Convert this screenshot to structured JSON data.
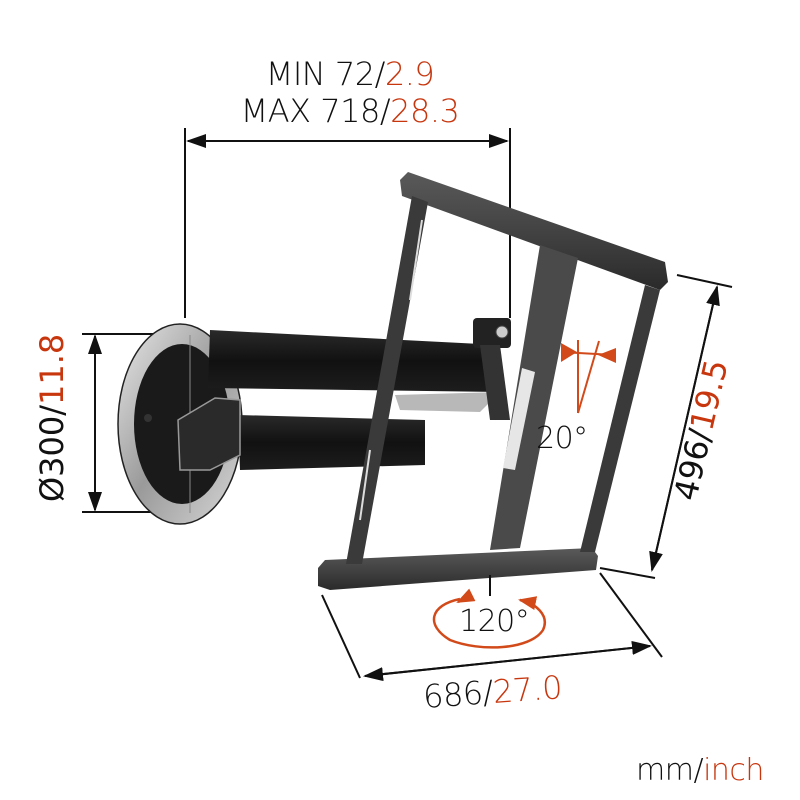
{
  "diagram": {
    "subject": "full-motion TV wall mount",
    "accent_color": "#c8360e",
    "text_color": "#111111",
    "dimensions": {
      "depth": {
        "min_label": "MIN 72/",
        "min_mm": "72",
        "min_inch": "2.9",
        "max_label": "MAX 718/",
        "max_mm": "718",
        "max_inch": "28.3"
      },
      "wall_plate_diameter": {
        "mm_label": "Ø300/",
        "inch": "11.8"
      },
      "height": {
        "mm_label": "496/",
        "inch": "19.5"
      },
      "width": {
        "mm_label": "686/",
        "inch": "27.0"
      }
    },
    "angles": {
      "tilt": "20°",
      "swivel": "120°"
    },
    "units": {
      "metric": "mm/",
      "imperial": "inch"
    }
  }
}
